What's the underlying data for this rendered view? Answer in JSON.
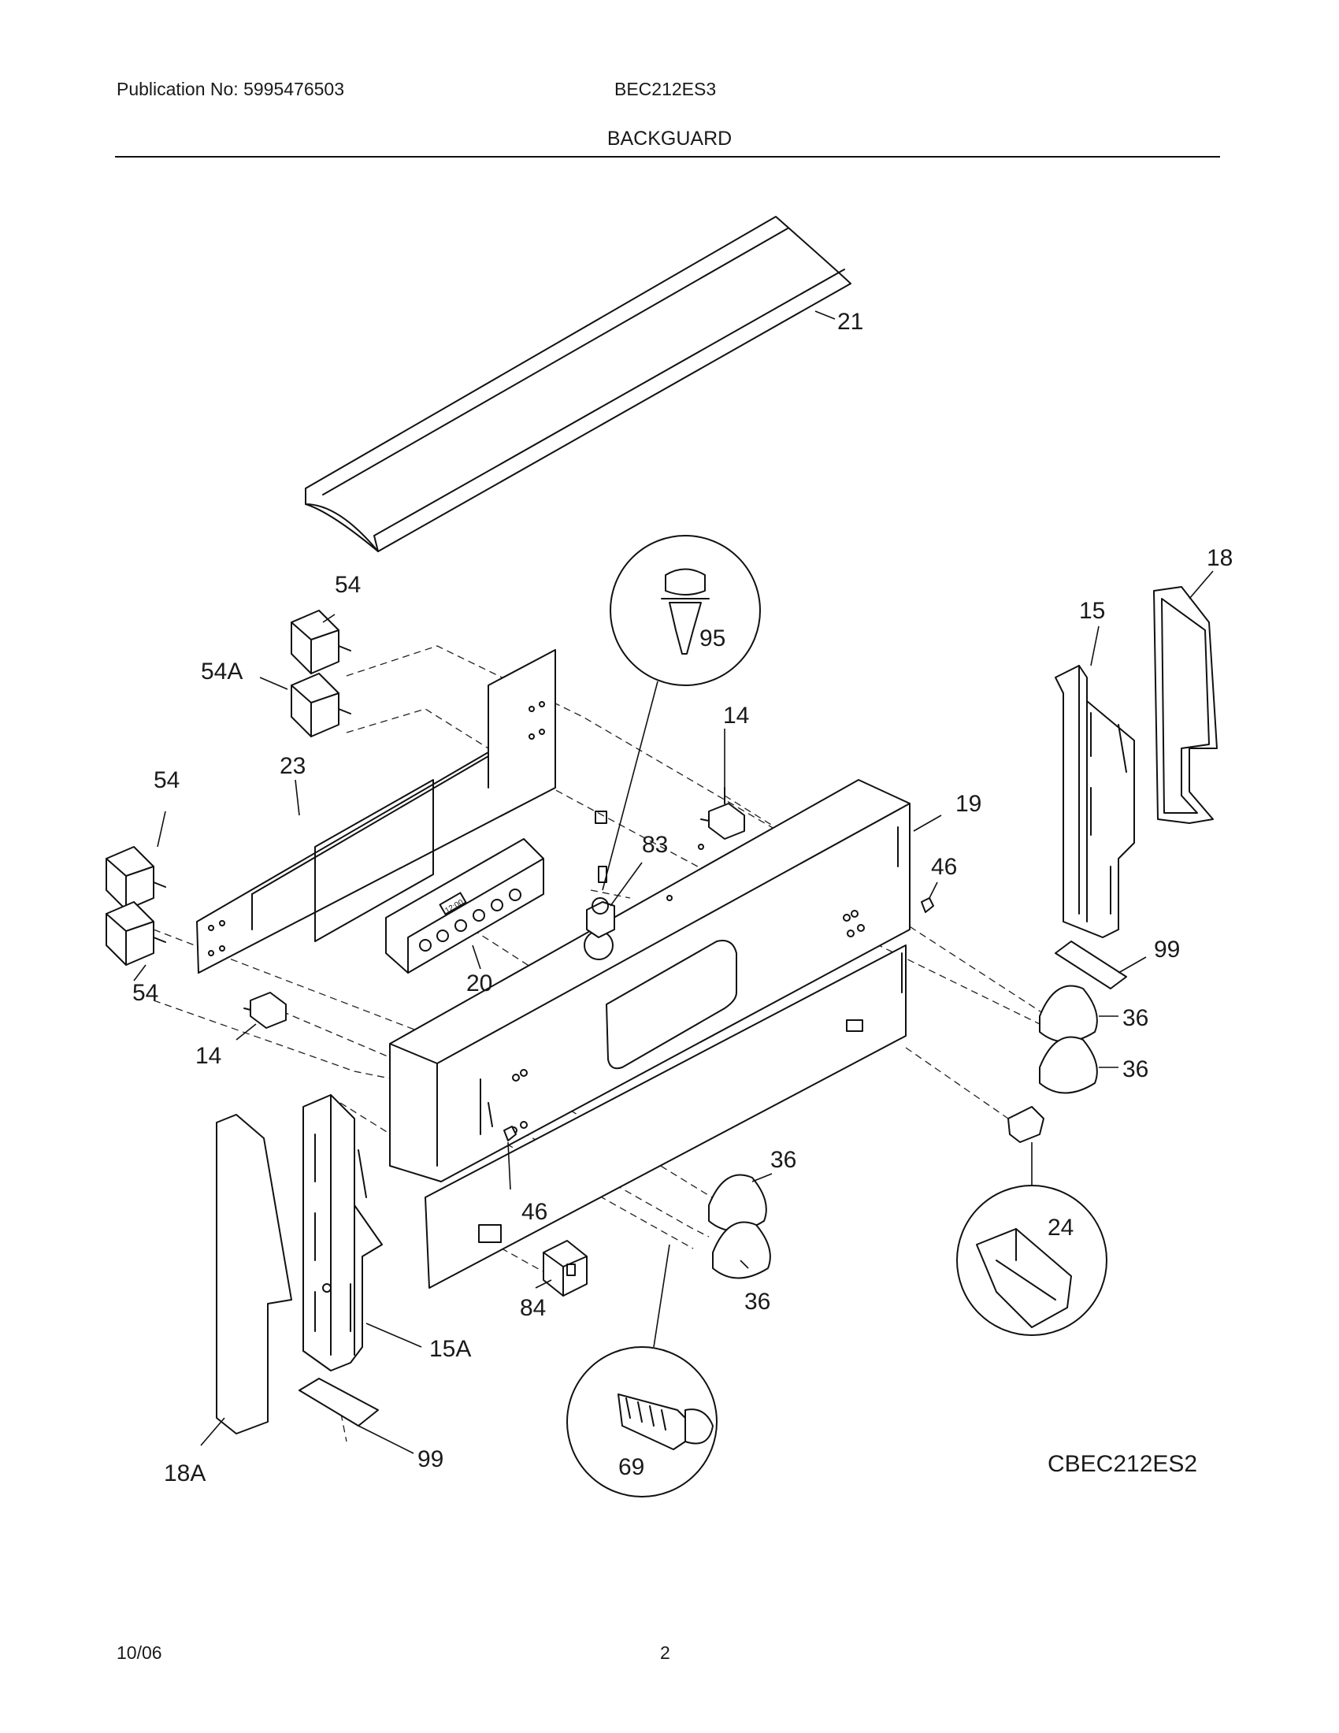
{
  "header": {
    "publication": "Publication No: 5995476503",
    "model": "BEC212ES3",
    "section_title": "BACKGUARD"
  },
  "diagram": {
    "drawing_id": "CBEC212ES2",
    "callouts": [
      "21",
      "54",
      "54A",
      "54",
      "54",
      "23",
      "20",
      "95",
      "83",
      "14",
      "14",
      "19",
      "46",
      "46",
      "15",
      "18",
      "99",
      "36",
      "36",
      "36",
      "36",
      "24",
      "84",
      "69",
      "15A",
      "18A",
      "99"
    ],
    "clock_display": "12:00"
  },
  "footer": {
    "date": "10/06",
    "page": "2"
  }
}
